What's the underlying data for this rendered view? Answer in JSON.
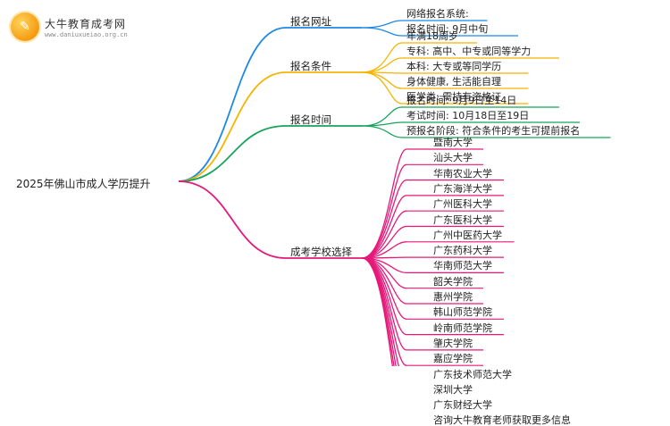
{
  "logo": {
    "name": "大牛教育成考网",
    "url": "www.daniuxueiao.org.cn",
    "icon": "book-coin-icon"
  },
  "root": "2025年佛山市成人学历提升",
  "colors": {
    "site": "#1e88e5",
    "conditions": "#f5b400",
    "time": "#17a35a",
    "schools": "#e6197a"
  },
  "branches": [
    {
      "key": "site",
      "label": "报名网址",
      "children": [
        "网络报名系统:",
        "报名时间: 9月中旬"
      ]
    },
    {
      "key": "conditions",
      "label": "报名条件",
      "children": [
        "年满18周岁",
        "专科: 高中、中专或同等学力",
        "本科: 大专或等同学历",
        "身体健康, 生活能自理",
        "医学类: 需持有资格证"
      ]
    },
    {
      "key": "time",
      "label": "报名时间",
      "children": [
        "报名时间: 9月9日至14日",
        "考试时间: 10月18日至19日",
        "预报名阶段: 符合条件的考生可提前报名"
      ]
    },
    {
      "key": "schools",
      "label": "成考学校选择",
      "children": [
        "暨南大学",
        "汕头大学",
        "华南农业大学",
        "广东海洋大学",
        "广州医科大学",
        "广东医科大学",
        "广州中医药大学",
        "广东药科大学",
        "华南师范大学",
        "韶关学院",
        "惠州学院",
        "韩山师范学院",
        "岭南师范学院",
        "肇庆学院",
        "嘉应学院",
        "广东技术师范大学",
        "深圳大学",
        "广东财经大学",
        "咨询大牛教育老师获取更多信息"
      ]
    }
  ]
}
